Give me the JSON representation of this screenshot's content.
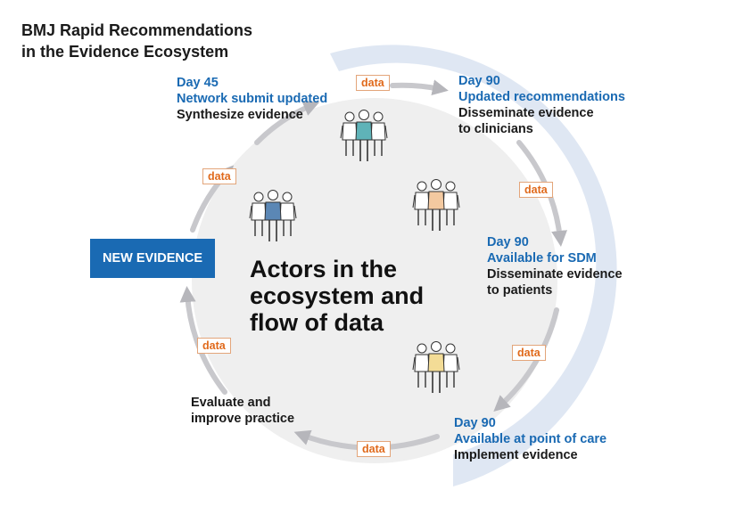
{
  "title": {
    "line1": "BMJ Rapid Recommendations",
    "line2": "in the Evidence Ecosystem"
  },
  "center": {
    "line1": "Actors in the",
    "line2": "ecosystem and",
    "line3": "flow of data"
  },
  "new_evidence": "NEW EVIDENCE",
  "stages": [
    {
      "day": "Day 45",
      "headline": "Network submit updated",
      "action": "Synthesize evidence",
      "action2": ""
    },
    {
      "day": "Day 90",
      "headline": "Updated recommendations",
      "action": "Disseminate evidence",
      "action2": "to clinicians"
    },
    {
      "day": "Day 90",
      "headline": "Available for SDM",
      "action": "Disseminate evidence",
      "action2": "to patients"
    },
    {
      "day": "Day 90",
      "headline": "Available at point of care",
      "action": "Implement evidence",
      "action2": ""
    },
    {
      "day": "",
      "headline": "",
      "action": "Evaluate and",
      "action2": "improve practice"
    }
  ],
  "data_label": "data",
  "colors": {
    "blue_accent": "#1a6ab3",
    "outer_band": "#dde6f3",
    "inner_disc": "#efefef",
    "flow_arrow": "#c8c8cc",
    "data_tag_text": "#e06a1c",
    "person_teal": "#5fb3b8",
    "person_blue": "#5b87b5",
    "person_peach": "#f3c9a0",
    "person_yellow": "#f3dc96"
  },
  "icons": [
    "people-group-icon",
    "flow-arrow-icon"
  ]
}
